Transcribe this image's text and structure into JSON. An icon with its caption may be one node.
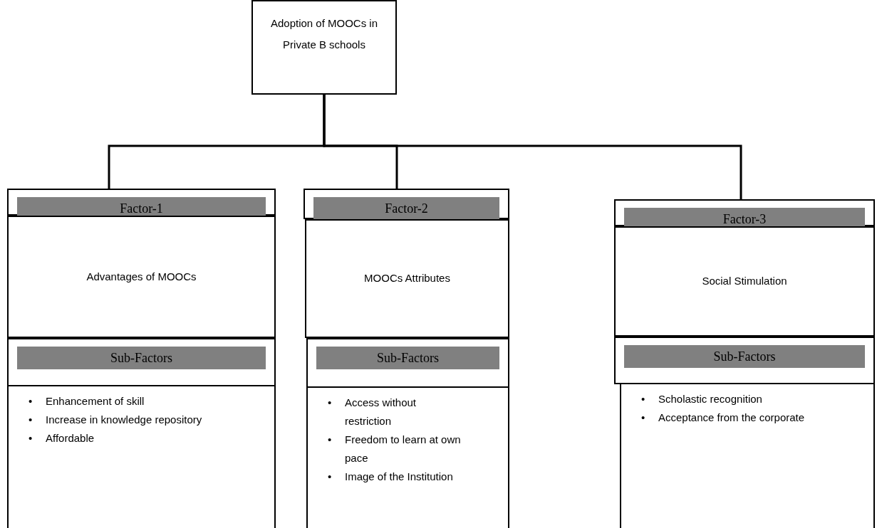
{
  "diagram": {
    "nodes": [
      {
        "text": [
          "Adoption of MOOCs in Private B schools"
        ]
      },
      {
        "text": [
          "Factor-1"
        ]
      },
      {
        "text": [
          "Advantages of MOOCs"
        ]
      },
      {
        "text": [
          "Sub-Factors"
        ]
      },
      {
        "text": [
          "Enhancement of skill",
          "Increase in knowledge repository",
          "Affordable"
        ]
      },
      {
        "text": [
          "Factor-2"
        ]
      },
      {
        "text": [
          "MOOCs Attributes"
        ]
      },
      {
        "text": [
          "Sub-Factors"
        ]
      },
      {
        "text": [
          "Access without restriction",
          "Freedom to learn at own pace",
          "Image of the Institution"
        ]
      },
      {
        "text": [
          "Factor-3"
        ]
      },
      {
        "text": [
          "Social Stimulation"
        ]
      },
      {
        "text": [
          "Sub-Factors"
        ]
      },
      {
        "text": [
          "Scholastic recognition",
          "Acceptance from the corporate"
        ]
      }
    ],
    "edges": [
      {
        "from": 0,
        "to": 1,
        "arrow": "none"
      },
      {
        "from": 0,
        "to": 5,
        "arrow": "none"
      },
      {
        "from": 0,
        "to": 9,
        "arrow": "none"
      }
    ],
    "labels": [
      "•",
      "•",
      "•",
      "•",
      "•",
      "•",
      "•",
      "•"
    ]
  }
}
